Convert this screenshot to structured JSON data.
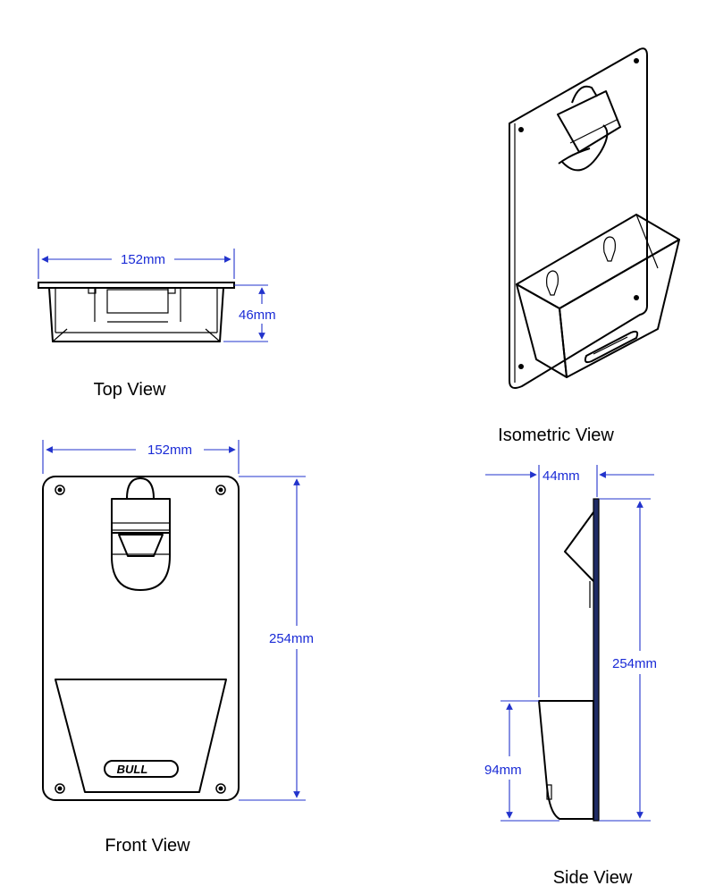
{
  "views": {
    "top": {
      "caption": "Top View",
      "width_label": "152mm",
      "depth_label": "46mm"
    },
    "front": {
      "caption": "Front View",
      "width_label": "152mm",
      "height_label": "254mm",
      "logo_text": "BULL"
    },
    "isometric": {
      "caption": "Isometric View"
    },
    "side": {
      "caption": "Side View",
      "depth_label": "44mm",
      "height_label": "254mm",
      "box_height_label": "94mm"
    }
  },
  "colors": {
    "dimension": "#1a2bd6",
    "outline": "#000000"
  }
}
